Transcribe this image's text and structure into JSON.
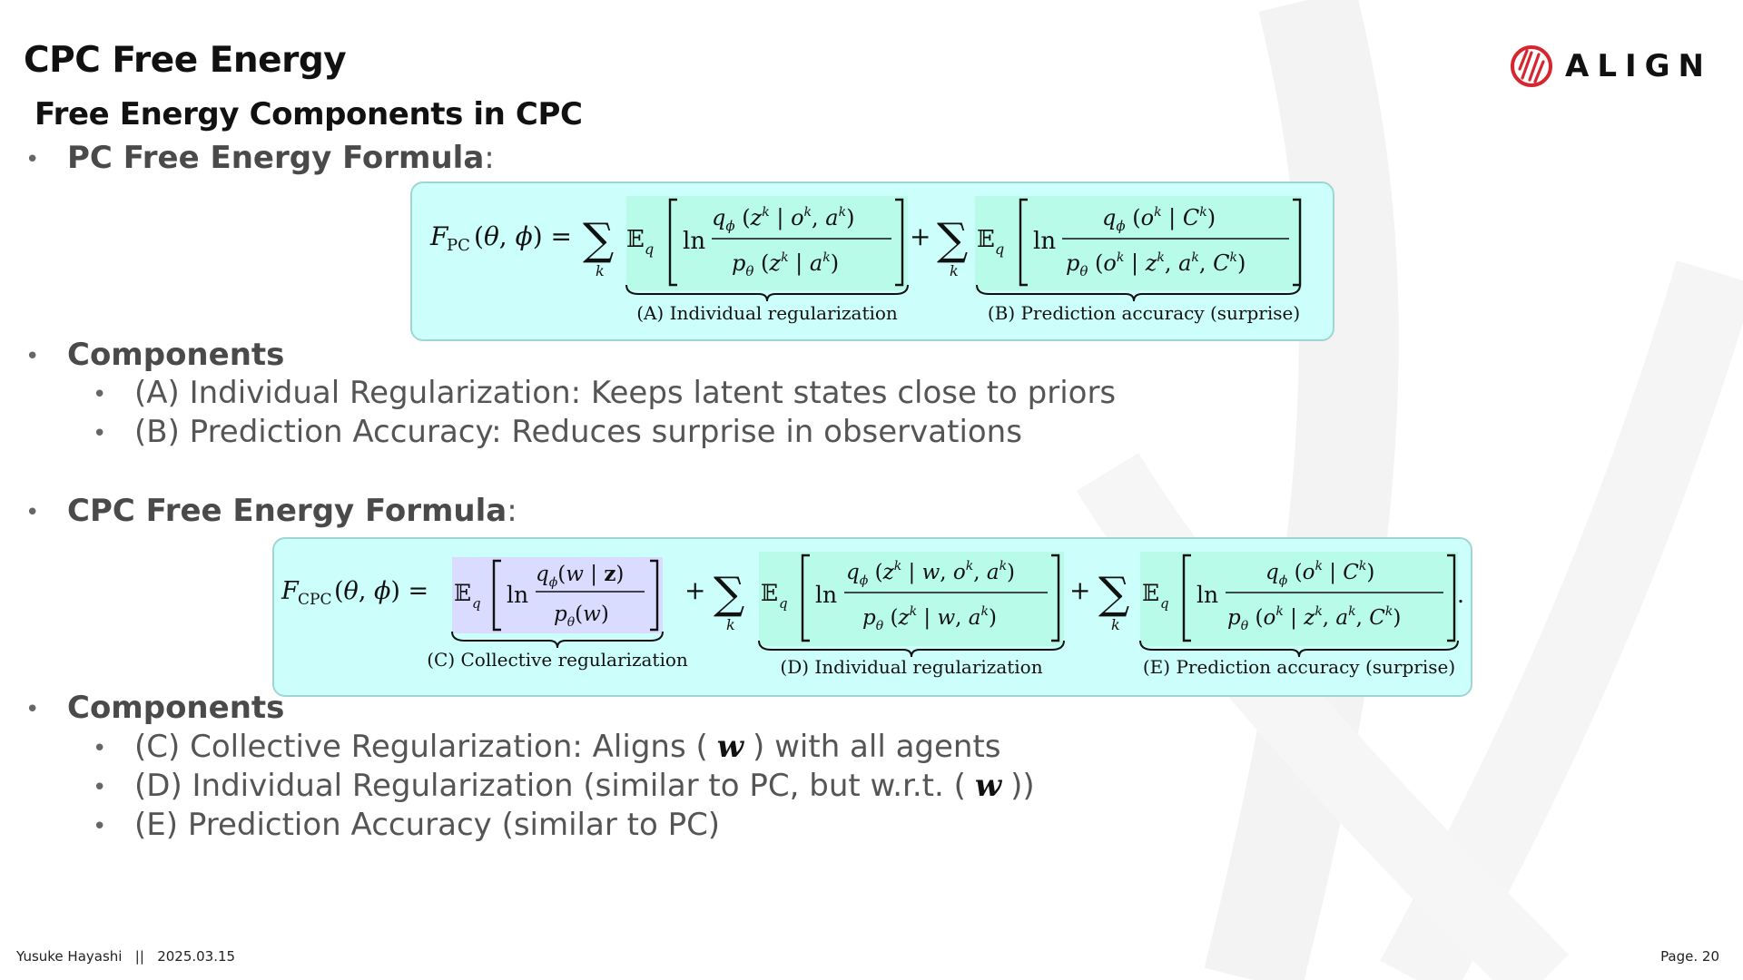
{
  "slide": {
    "title": "CPC Free Energy",
    "subtitle": "Free Energy Components in CPC",
    "brand": "ALIGN",
    "footer": {
      "author": "Yusuke Hayashi",
      "separator": "||",
      "date": "2025.03.15",
      "page": "Page. 20"
    }
  },
  "pc": {
    "heading": "PC Free Energy Formula",
    "colon": ":",
    "lhs": "F_PC(θ, ϕ) =",
    "label_a": "(A) Individual regularization",
    "label_b": "(B) Prediction accuracy (surprise)"
  },
  "pc_components": {
    "heading": "Components",
    "items": [
      "(A) Individual Regularization: Keeps latent states close to priors",
      "(B) Prediction Accuracy: Reduces surprise in observations"
    ]
  },
  "cpc": {
    "heading": "CPC Free Energy Formula",
    "colon": ":",
    "lhs": "F_CPC(θ, ϕ) =",
    "label_c": "(C) Collective regularization",
    "label_d": "(D) Individual regularization",
    "label_e": "(E) Prediction accuracy (surprise)"
  },
  "cpc_components": {
    "heading": "Components",
    "c_before": "(C) Collective Regularization: Aligns (",
    "c_symbol": "w",
    "c_after": ") with all agents",
    "d_before": "(D) Individual Regularization (similar to PC, but w.r.t. (",
    "d_symbol": "w",
    "d_after": "))",
    "e_text": "(E) Prediction Accuracy (similar to PC)"
  },
  "colors": {
    "formula_bg": "#ccfffb",
    "collective_term_bg": "#d9dcff",
    "term_highlight": "#b8fbe9",
    "brand_red": "#d7262f"
  }
}
